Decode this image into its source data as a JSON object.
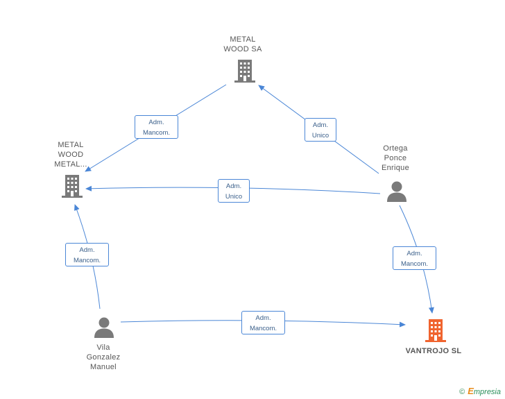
{
  "nodes": {
    "metal_wood_sa": {
      "label_lines": [
        "METAL",
        "WOOD SA"
      ]
    },
    "metal_wood_metal": {
      "label_lines": [
        "METAL",
        "WOOD",
        "METAL..."
      ]
    },
    "ortega": {
      "label_lines": [
        "Ortega",
        "Ponce",
        "Enrique"
      ]
    },
    "vila": {
      "label_lines": [
        "Vila",
        "Gonzalez",
        "Manuel"
      ]
    },
    "vantrojo": {
      "label_lines": [
        "VANTROJO SL"
      ]
    }
  },
  "relations": [
    {
      "line1": "Adm.",
      "line2": "Mancom."
    },
    {
      "line1": "Adm.",
      "line2": "Unico"
    },
    {
      "line1": "Adm.",
      "line2": "Unico"
    },
    {
      "line1": "Adm.",
      "line2": "Mancom."
    },
    {
      "line1": "Adm.",
      "line2": "Mancom."
    },
    {
      "line1": "Adm.",
      "line2": "Mancom."
    }
  ],
  "colors": {
    "edge": "#4a86d6",
    "company_icon": "#7a7a7a",
    "target_icon": "#f0642f",
    "person_icon": "#7a7a7a"
  },
  "footer": {
    "copyright_symbol": "©",
    "brand_e": "E",
    "brand_rest": "mpresia"
  }
}
